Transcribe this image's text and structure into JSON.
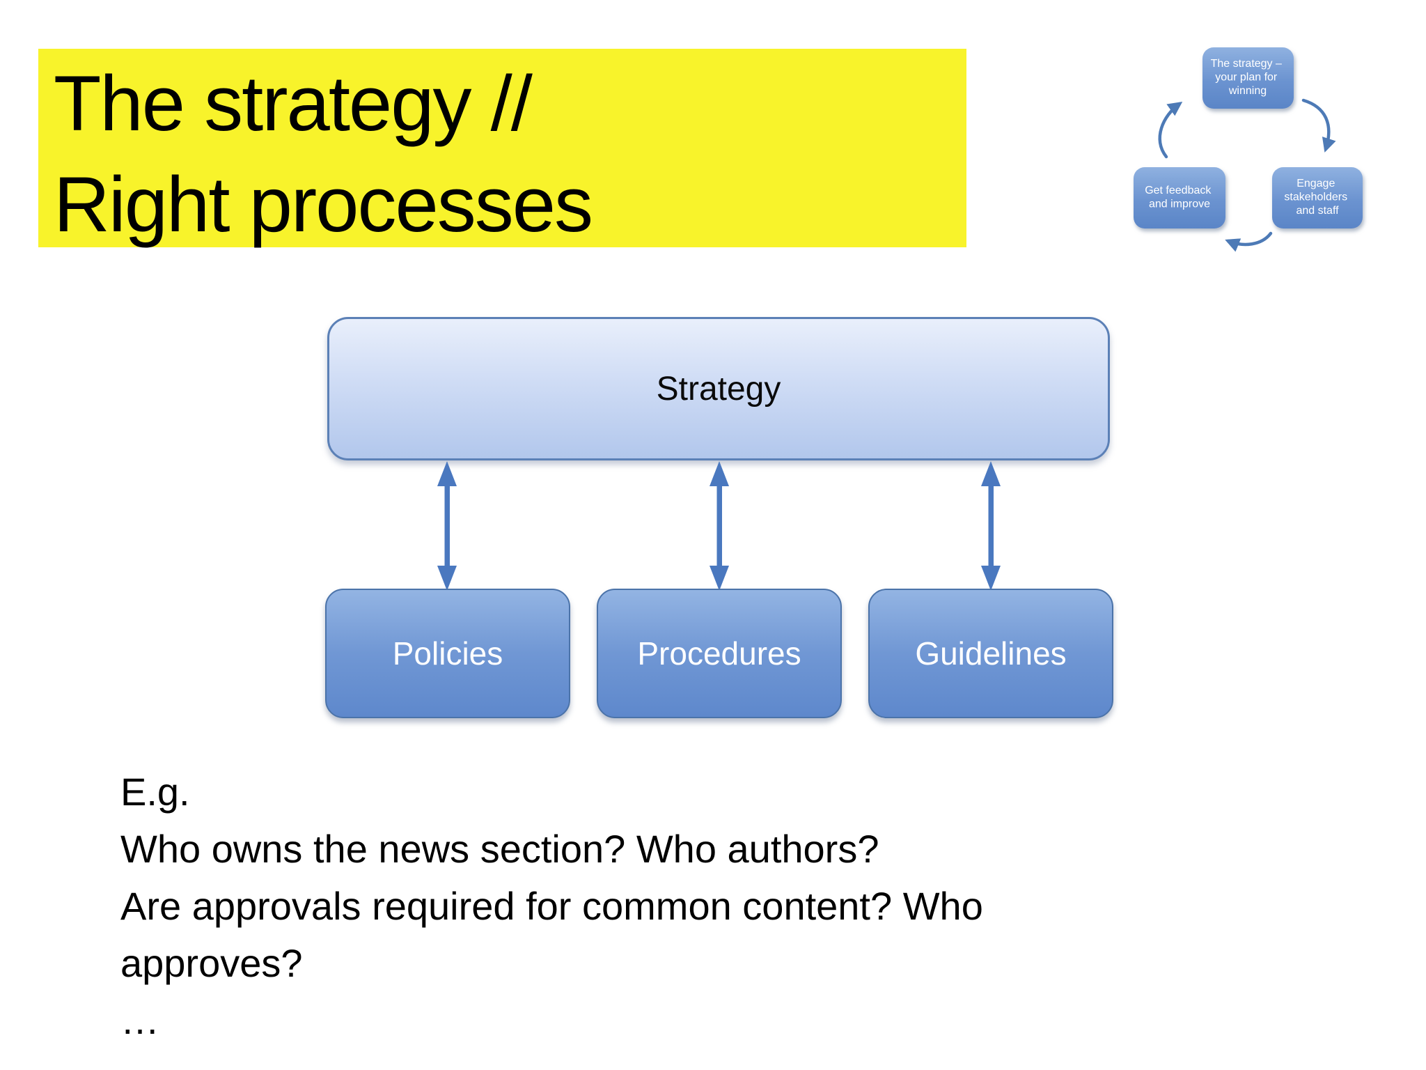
{
  "slide": {
    "title": {
      "line1": "The strategy //",
      "line2": "Right processes"
    },
    "mini_cycle": {
      "top_box": [
        "The strategy –",
        "your plan for",
        "winning"
      ],
      "right_box": [
        "Engage",
        "stakeholders",
        "and staff"
      ],
      "left_box": [
        "Get feedback",
        "and improve"
      ]
    },
    "diagram": {
      "root_label": "Strategy",
      "children": [
        "Policies",
        "Procedures",
        "Guidelines"
      ]
    },
    "notes": [
      "E.g.",
      "Who owns the news section? Who authors?",
      "Are approvals required for common content? Who approves?",
      "…"
    ]
  },
  "colors": {
    "highlight_yellow": "#F8F32B",
    "arrow_blue": "#4a78bf",
    "cycle_arrow_blue": "#4d7ab6",
    "box_border_blue": "#4b73a9",
    "strategy_border_blue": "#5b80b6",
    "pill_blue_top": "#93b4e3",
    "pill_blue_bottom": "#5e88cc",
    "strategy_fill_top": "#e9effb",
    "strategy_fill_bottom": "#b2c7ec"
  }
}
